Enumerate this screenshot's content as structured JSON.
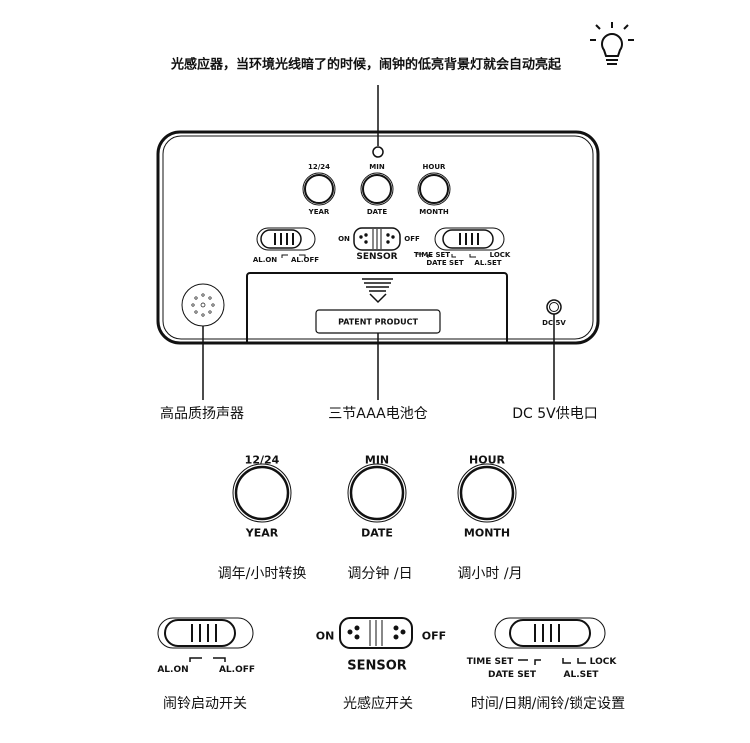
{
  "caption_top": "光感应器，当环境光线暗了的时候，闹钟的低亮背景灯就会自动亮起",
  "panel": {
    "buttons": [
      {
        "top": "12/24",
        "bottom": "YEAR"
      },
      {
        "top": "MIN",
        "bottom": "DATE"
      },
      {
        "top": "HOUR",
        "bottom": "MONTH"
      }
    ],
    "alarm_switch": {
      "on": "AL.ON",
      "off": "AL.OFF"
    },
    "sensor_switch": {
      "on": "ON",
      "off": "OFF",
      "label": "SENSOR"
    },
    "mode_switch": {
      "time_set": "TIME SET",
      "date_set": "DATE SET",
      "al_set": "AL.SET",
      "lock": "LOCK"
    },
    "patent": "PATENT PRODUCT",
    "dc": "DC 5V"
  },
  "callouts": {
    "speaker": "高品质扬声器",
    "battery": "三节AAA电池仓",
    "power": "DC 5V供电口"
  },
  "detail_buttons": [
    {
      "top": "12/24",
      "bottom": "YEAR",
      "desc": "调年/小时转换"
    },
    {
      "top": "MIN",
      "bottom": "DATE",
      "desc": "调分钟 /日"
    },
    {
      "top": "HOUR",
      "bottom": "MONTH",
      "desc": "调小时 /月"
    }
  ],
  "detail_switches": {
    "alarm": {
      "on": "AL.ON",
      "off": "AL.OFF",
      "desc": "闹铃启动开关"
    },
    "sensor": {
      "on": "ON",
      "off": "OFF",
      "label": "SENSOR",
      "desc": "光感应开关"
    },
    "mode": {
      "time_set": "TIME SET",
      "date_set": "DATE SET",
      "al_set": "AL.SET",
      "lock": "LOCK",
      "desc": "时间/日期/闹铃/锁定设置"
    }
  }
}
